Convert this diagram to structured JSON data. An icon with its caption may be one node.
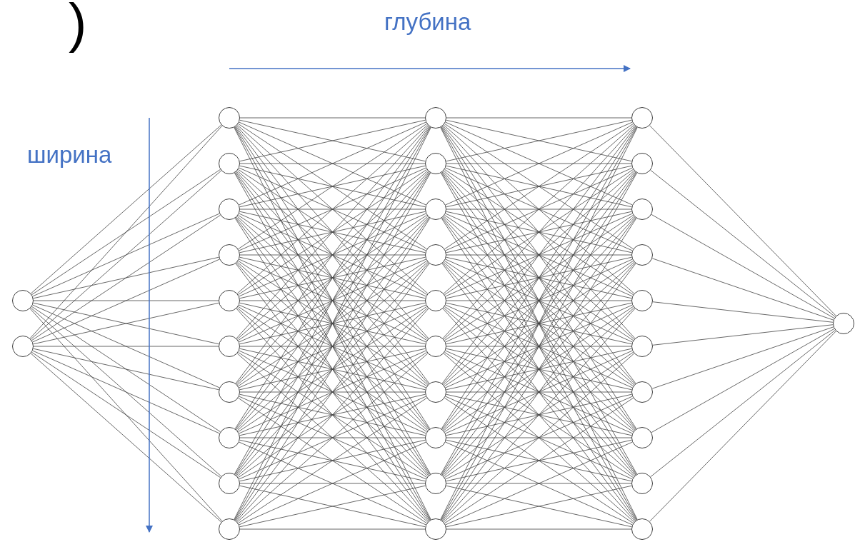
{
  "diagram": {
    "nodes": [
      {
        "text": [],
        "shape": "circle"
      },
      {
        "text": [],
        "shape": "circle"
      },
      {
        "text": [],
        "shape": "circle"
      },
      {
        "text": [],
        "shape": "circle"
      },
      {
        "text": [],
        "shape": "circle"
      },
      {
        "text": [],
        "shape": "circle"
      },
      {
        "text": [],
        "shape": "circle"
      },
      {
        "text": [],
        "shape": "circle"
      },
      {
        "text": [],
        "shape": "circle"
      },
      {
        "text": [],
        "shape": "circle"
      },
      {
        "text": [],
        "shape": "circle"
      },
      {
        "text": [],
        "shape": "circle"
      },
      {
        "text": [],
        "shape": "circle"
      },
      {
        "text": [],
        "shape": "circle"
      },
      {
        "text": [],
        "shape": "circle"
      },
      {
        "text": [],
        "shape": "circle"
      },
      {
        "text": [],
        "shape": "circle"
      },
      {
        "text": [],
        "shape": "circle"
      },
      {
        "text": [],
        "shape": "circle"
      },
      {
        "text": [],
        "shape": "circle"
      },
      {
        "text": [],
        "shape": "circle"
      },
      {
        "text": [],
        "shape": "circle"
      },
      {
        "text": [],
        "shape": "circle"
      },
      {
        "text": [],
        "shape": "circle"
      },
      {
        "text": [],
        "shape": "circle"
      },
      {
        "text": [],
        "shape": "circle"
      },
      {
        "text": [],
        "shape": "circle"
      },
      {
        "text": [],
        "shape": "circle"
      },
      {
        "text": [],
        "shape": "circle"
      },
      {
        "text": [],
        "shape": "circle"
      },
      {
        "text": [],
        "shape": "circle"
      },
      {
        "text": [],
        "shape": "circle"
      },
      {
        "text": [],
        "shape": "circle"
      }
    ],
    "edges": [
      {
        "from": 0,
        "to": 2,
        "arrow": "none"
      },
      {
        "from": 0,
        "to": 3,
        "arrow": "none"
      },
      {
        "from": 0,
        "to": 4,
        "arrow": "none"
      },
      {
        "from": 0,
        "to": 5,
        "arrow": "none"
      },
      {
        "from": 0,
        "to": 6,
        "arrow": "none"
      },
      {
        "from": 0,
        "to": 7,
        "arrow": "none"
      },
      {
        "from": 0,
        "to": 8,
        "arrow": "none"
      },
      {
        "from": 0,
        "to": 9,
        "arrow": "none"
      },
      {
        "from": 0,
        "to": 10,
        "arrow": "none"
      },
      {
        "from": 0,
        "to": 11,
        "arrow": "none"
      },
      {
        "from": 1,
        "to": 2,
        "arrow": "none"
      },
      {
        "from": 1,
        "to": 3,
        "arrow": "none"
      },
      {
        "from": 1,
        "to": 4,
        "arrow": "none"
      },
      {
        "from": 1,
        "to": 5,
        "arrow": "none"
      },
      {
        "from": 1,
        "to": 6,
        "arrow": "none"
      },
      {
        "from": 1,
        "to": 7,
        "arrow": "none"
      },
      {
        "from": 1,
        "to": 8,
        "arrow": "none"
      },
      {
        "from": 1,
        "to": 9,
        "arrow": "none"
      },
      {
        "from": 1,
        "to": 10,
        "arrow": "none"
      },
      {
        "from": 1,
        "to": 11,
        "arrow": "none"
      },
      {
        "from": 2,
        "to": 12,
        "arrow": "none"
      },
      {
        "from": 2,
        "to": 13,
        "arrow": "none"
      },
      {
        "from": 2,
        "to": 14,
        "arrow": "none"
      },
      {
        "from": 2,
        "to": 15,
        "arrow": "none"
      },
      {
        "from": 2,
        "to": 16,
        "arrow": "none"
      },
      {
        "from": 2,
        "to": 17,
        "arrow": "none"
      },
      {
        "from": 2,
        "to": 18,
        "arrow": "none"
      },
      {
        "from": 2,
        "to": 19,
        "arrow": "none"
      },
      {
        "from": 2,
        "to": 20,
        "arrow": "none"
      },
      {
        "from": 2,
        "to": 21,
        "arrow": "none"
      },
      {
        "from": 3,
        "to": 12,
        "arrow": "none"
      },
      {
        "from": 3,
        "to": 13,
        "arrow": "none"
      },
      {
        "from": 3,
        "to": 14,
        "arrow": "none"
      },
      {
        "from": 3,
        "to": 15,
        "arrow": "none"
      },
      {
        "from": 3,
        "to": 16,
        "arrow": "none"
      },
      {
        "from": 3,
        "to": 17,
        "arrow": "none"
      },
      {
        "from": 3,
        "to": 18,
        "arrow": "none"
      },
      {
        "from": 3,
        "to": 19,
        "arrow": "none"
      },
      {
        "from": 3,
        "to": 20,
        "arrow": "none"
      },
      {
        "from": 3,
        "to": 21,
        "arrow": "none"
      },
      {
        "from": 4,
        "to": 12,
        "arrow": "none"
      },
      {
        "from": 4,
        "to": 13,
        "arrow": "none"
      },
      {
        "from": 4,
        "to": 14,
        "arrow": "none"
      },
      {
        "from": 4,
        "to": 15,
        "arrow": "none"
      },
      {
        "from": 4,
        "to": 16,
        "arrow": "none"
      },
      {
        "from": 4,
        "to": 17,
        "arrow": "none"
      },
      {
        "from": 4,
        "to": 18,
        "arrow": "none"
      },
      {
        "from": 4,
        "to": 19,
        "arrow": "none"
      },
      {
        "from": 4,
        "to": 20,
        "arrow": "none"
      },
      {
        "from": 4,
        "to": 21,
        "arrow": "none"
      },
      {
        "from": 5,
        "to": 12,
        "arrow": "none"
      },
      {
        "from": 5,
        "to": 13,
        "arrow": "none"
      },
      {
        "from": 5,
        "to": 14,
        "arrow": "none"
      },
      {
        "from": 5,
        "to": 15,
        "arrow": "none"
      },
      {
        "from": 5,
        "to": 16,
        "arrow": "none"
      },
      {
        "from": 5,
        "to": 17,
        "arrow": "none"
      },
      {
        "from": 5,
        "to": 18,
        "arrow": "none"
      },
      {
        "from": 5,
        "to": 19,
        "arrow": "none"
      },
      {
        "from": 5,
        "to": 20,
        "arrow": "none"
      },
      {
        "from": 5,
        "to": 21,
        "arrow": "none"
      },
      {
        "from": 6,
        "to": 12,
        "arrow": "none"
      },
      {
        "from": 6,
        "to": 13,
        "arrow": "none"
      },
      {
        "from": 6,
        "to": 14,
        "arrow": "none"
      },
      {
        "from": 6,
        "to": 15,
        "arrow": "none"
      },
      {
        "from": 6,
        "to": 16,
        "arrow": "none"
      },
      {
        "from": 6,
        "to": 17,
        "arrow": "none"
      },
      {
        "from": 6,
        "to": 18,
        "arrow": "none"
      },
      {
        "from": 6,
        "to": 19,
        "arrow": "none"
      },
      {
        "from": 6,
        "to": 20,
        "arrow": "none"
      },
      {
        "from": 6,
        "to": 21,
        "arrow": "none"
      },
      {
        "from": 7,
        "to": 12,
        "arrow": "none"
      },
      {
        "from": 7,
        "to": 13,
        "arrow": "none"
      },
      {
        "from": 7,
        "to": 14,
        "arrow": "none"
      },
      {
        "from": 7,
        "to": 15,
        "arrow": "none"
      },
      {
        "from": 7,
        "to": 16,
        "arrow": "none"
      },
      {
        "from": 7,
        "to": 17,
        "arrow": "none"
      },
      {
        "from": 7,
        "to": 18,
        "arrow": "none"
      },
      {
        "from": 7,
        "to": 19,
        "arrow": "none"
      },
      {
        "from": 7,
        "to": 20,
        "arrow": "none"
      },
      {
        "from": 7,
        "to": 21,
        "arrow": "none"
      },
      {
        "from": 8,
        "to": 12,
        "arrow": "none"
      },
      {
        "from": 8,
        "to": 13,
        "arrow": "none"
      },
      {
        "from": 8,
        "to": 14,
        "arrow": "none"
      },
      {
        "from": 8,
        "to": 15,
        "arrow": "none"
      },
      {
        "from": 8,
        "to": 16,
        "arrow": "none"
      },
      {
        "from": 8,
        "to": 17,
        "arrow": "none"
      },
      {
        "from": 8,
        "to": 18,
        "arrow": "none"
      },
      {
        "from": 8,
        "to": 19,
        "arrow": "none"
      },
      {
        "from": 8,
        "to": 20,
        "arrow": "none"
      },
      {
        "from": 8,
        "to": 21,
        "arrow": "none"
      },
      {
        "from": 9,
        "to": 12,
        "arrow": "none"
      },
      {
        "from": 9,
        "to": 13,
        "arrow": "none"
      },
      {
        "from": 9,
        "to": 14,
        "arrow": "none"
      },
      {
        "from": 9,
        "to": 15,
        "arrow": "none"
      },
      {
        "from": 9,
        "to": 16,
        "arrow": "none"
      },
      {
        "from": 9,
        "to": 17,
        "arrow": "none"
      },
      {
        "from": 9,
        "to": 18,
        "arrow": "none"
      },
      {
        "from": 9,
        "to": 19,
        "arrow": "none"
      },
      {
        "from": 9,
        "to": 20,
        "arrow": "none"
      },
      {
        "from": 9,
        "to": 21,
        "arrow": "none"
      },
      {
        "from": 10,
        "to": 12,
        "arrow": "none"
      },
      {
        "from": 10,
        "to": 13,
        "arrow": "none"
      },
      {
        "from": 10,
        "to": 14,
        "arrow": "none"
      },
      {
        "from": 10,
        "to": 15,
        "arrow": "none"
      },
      {
        "from": 10,
        "to": 16,
        "arrow": "none"
      },
      {
        "from": 10,
        "to": 17,
        "arrow": "none"
      },
      {
        "from": 10,
        "to": 18,
        "arrow": "none"
      },
      {
        "from": 10,
        "to": 19,
        "arrow": "none"
      },
      {
        "from": 10,
        "to": 20,
        "arrow": "none"
      },
      {
        "from": 10,
        "to": 21,
        "arrow": "none"
      },
      {
        "from": 11,
        "to": 12,
        "arrow": "none"
      },
      {
        "from": 11,
        "to": 13,
        "arrow": "none"
      },
      {
        "from": 11,
        "to": 14,
        "arrow": "none"
      },
      {
        "from": 11,
        "to": 15,
        "arrow": "none"
      },
      {
        "from": 11,
        "to": 16,
        "arrow": "none"
      },
      {
        "from": 11,
        "to": 17,
        "arrow": "none"
      },
      {
        "from": 11,
        "to": 18,
        "arrow": "none"
      },
      {
        "from": 11,
        "to": 19,
        "arrow": "none"
      },
      {
        "from": 11,
        "to": 20,
        "arrow": "none"
      },
      {
        "from": 11,
        "to": 21,
        "arrow": "none"
      },
      {
        "from": 12,
        "to": 22,
        "arrow": "none"
      },
      {
        "from": 12,
        "to": 23,
        "arrow": "none"
      },
      {
        "from": 12,
        "to": 24,
        "arrow": "none"
      },
      {
        "from": 12,
        "to": 25,
        "arrow": "none"
      },
      {
        "from": 12,
        "to": 26,
        "arrow": "none"
      },
      {
        "from": 12,
        "to": 27,
        "arrow": "none"
      },
      {
        "from": 12,
        "to": 28,
        "arrow": "none"
      },
      {
        "from": 12,
        "to": 29,
        "arrow": "none"
      },
      {
        "from": 12,
        "to": 30,
        "arrow": "none"
      },
      {
        "from": 12,
        "to": 31,
        "arrow": "none"
      },
      {
        "from": 13,
        "to": 22,
        "arrow": "none"
      },
      {
        "from": 13,
        "to": 23,
        "arrow": "none"
      },
      {
        "from": 13,
        "to": 24,
        "arrow": "none"
      },
      {
        "from": 13,
        "to": 25,
        "arrow": "none"
      },
      {
        "from": 13,
        "to": 26,
        "arrow": "none"
      },
      {
        "from": 13,
        "to": 27,
        "arrow": "none"
      },
      {
        "from": 13,
        "to": 28,
        "arrow": "none"
      },
      {
        "from": 13,
        "to": 29,
        "arrow": "none"
      },
      {
        "from": 13,
        "to": 30,
        "arrow": "none"
      },
      {
        "from": 13,
        "to": 31,
        "arrow": "none"
      },
      {
        "from": 14,
        "to": 22,
        "arrow": "none"
      },
      {
        "from": 14,
        "to": 23,
        "arrow": "none"
      },
      {
        "from": 14,
        "to": 24,
        "arrow": "none"
      },
      {
        "from": 14,
        "to": 25,
        "arrow": "none"
      },
      {
        "from": 14,
        "to": 26,
        "arrow": "none"
      },
      {
        "from": 14,
        "to": 27,
        "arrow": "none"
      },
      {
        "from": 14,
        "to": 28,
        "arrow": "none"
      },
      {
        "from": 14,
        "to": 29,
        "arrow": "none"
      },
      {
        "from": 14,
        "to": 30,
        "arrow": "none"
      },
      {
        "from": 14,
        "to": 31,
        "arrow": "none"
      },
      {
        "from": 15,
        "to": 22,
        "arrow": "none"
      },
      {
        "from": 15,
        "to": 23,
        "arrow": "none"
      },
      {
        "from": 15,
        "to": 24,
        "arrow": "none"
      },
      {
        "from": 15,
        "to": 25,
        "arrow": "none"
      },
      {
        "from": 15,
        "to": 26,
        "arrow": "none"
      },
      {
        "from": 15,
        "to": 27,
        "arrow": "none"
      },
      {
        "from": 15,
        "to": 28,
        "arrow": "none"
      },
      {
        "from": 15,
        "to": 29,
        "arrow": "none"
      },
      {
        "from": 15,
        "to": 30,
        "arrow": "none"
      },
      {
        "from": 15,
        "to": 31,
        "arrow": "none"
      },
      {
        "from": 16,
        "to": 22,
        "arrow": "none"
      },
      {
        "from": 16,
        "to": 23,
        "arrow": "none"
      },
      {
        "from": 16,
        "to": 24,
        "arrow": "none"
      },
      {
        "from": 16,
        "to": 25,
        "arrow": "none"
      },
      {
        "from": 16,
        "to": 26,
        "arrow": "none"
      },
      {
        "from": 16,
        "to": 27,
        "arrow": "none"
      },
      {
        "from": 16,
        "to": 28,
        "arrow": "none"
      },
      {
        "from": 16,
        "to": 29,
        "arrow": "none"
      },
      {
        "from": 16,
        "to": 30,
        "arrow": "none"
      },
      {
        "from": 16,
        "to": 31,
        "arrow": "none"
      },
      {
        "from": 17,
        "to": 22,
        "arrow": "none"
      },
      {
        "from": 17,
        "to": 23,
        "arrow": "none"
      },
      {
        "from": 17,
        "to": 24,
        "arrow": "none"
      },
      {
        "from": 17,
        "to": 25,
        "arrow": "none"
      },
      {
        "from": 17,
        "to": 26,
        "arrow": "none"
      },
      {
        "from": 17,
        "to": 27,
        "arrow": "none"
      },
      {
        "from": 17,
        "to": 28,
        "arrow": "none"
      },
      {
        "from": 17,
        "to": 29,
        "arrow": "none"
      },
      {
        "from": 17,
        "to": 30,
        "arrow": "none"
      },
      {
        "from": 17,
        "to": 31,
        "arrow": "none"
      },
      {
        "from": 18,
        "to": 22,
        "arrow": "none"
      },
      {
        "from": 18,
        "to": 23,
        "arrow": "none"
      },
      {
        "from": 18,
        "to": 24,
        "arrow": "none"
      },
      {
        "from": 18,
        "to": 25,
        "arrow": "none"
      },
      {
        "from": 18,
        "to": 26,
        "arrow": "none"
      },
      {
        "from": 18,
        "to": 27,
        "arrow": "none"
      },
      {
        "from": 18,
        "to": 28,
        "arrow": "none"
      },
      {
        "from": 18,
        "to": 29,
        "arrow": "none"
      },
      {
        "from": 18,
        "to": 30,
        "arrow": "none"
      },
      {
        "from": 18,
        "to": 31,
        "arrow": "none"
      },
      {
        "from": 19,
        "to": 22,
        "arrow": "none"
      },
      {
        "from": 19,
        "to": 23,
        "arrow": "none"
      },
      {
        "from": 19,
        "to": 24,
        "arrow": "none"
      },
      {
        "from": 19,
        "to": 25,
        "arrow": "none"
      },
      {
        "from": 19,
        "to": 26,
        "arrow": "none"
      },
      {
        "from": 19,
        "to": 27,
        "arrow": "none"
      },
      {
        "from": 19,
        "to": 28,
        "arrow": "none"
      },
      {
        "from": 19,
        "to": 29,
        "arrow": "none"
      },
      {
        "from": 19,
        "to": 30,
        "arrow": "none"
      },
      {
        "from": 19,
        "to": 31,
        "arrow": "none"
      },
      {
        "from": 20,
        "to": 22,
        "arrow": "none"
      },
      {
        "from": 20,
        "to": 23,
        "arrow": "none"
      },
      {
        "from": 20,
        "to": 24,
        "arrow": "none"
      },
      {
        "from": 20,
        "to": 25,
        "arrow": "none"
      },
      {
        "from": 20,
        "to": 26,
        "arrow": "none"
      },
      {
        "from": 20,
        "to": 27,
        "arrow": "none"
      },
      {
        "from": 20,
        "to": 28,
        "arrow": "none"
      },
      {
        "from": 20,
        "to": 29,
        "arrow": "none"
      },
      {
        "from": 20,
        "to": 30,
        "arrow": "none"
      },
      {
        "from": 20,
        "to": 31,
        "arrow": "none"
      },
      {
        "from": 21,
        "to": 22,
        "arrow": "none"
      },
      {
        "from": 21,
        "to": 23,
        "arrow": "none"
      },
      {
        "from": 21,
        "to": 24,
        "arrow": "none"
      },
      {
        "from": 21,
        "to": 25,
        "arrow": "none"
      },
      {
        "from": 21,
        "to": 26,
        "arrow": "none"
      },
      {
        "from": 21,
        "to": 27,
        "arrow": "none"
      },
      {
        "from": 21,
        "to": 28,
        "arrow": "none"
      },
      {
        "from": 21,
        "to": 29,
        "arrow": "none"
      },
      {
        "from": 21,
        "to": 30,
        "arrow": "none"
      },
      {
        "from": 21,
        "to": 31,
        "arrow": "none"
      },
      {
        "from": 22,
        "to": 32,
        "arrow": "none"
      },
      {
        "from": 23,
        "to": 32,
        "arrow": "none"
      },
      {
        "from": 24,
        "to": 32,
        "arrow": "none"
      },
      {
        "from": 25,
        "to": 32,
        "arrow": "none"
      },
      {
        "from": 26,
        "to": 32,
        "arrow": "none"
      },
      {
        "from": 27,
        "to": 32,
        "arrow": "none"
      },
      {
        "from": 28,
        "to": 32,
        "arrow": "none"
      },
      {
        "from": 29,
        "to": 32,
        "arrow": "none"
      },
      {
        "from": 30,
        "to": 32,
        "arrow": "none"
      },
      {
        "from": 31,
        "to": 32,
        "arrow": "none"
      }
    ],
    "labels": [
      ")",
      "глубина",
      "ширина"
    ]
  }
}
